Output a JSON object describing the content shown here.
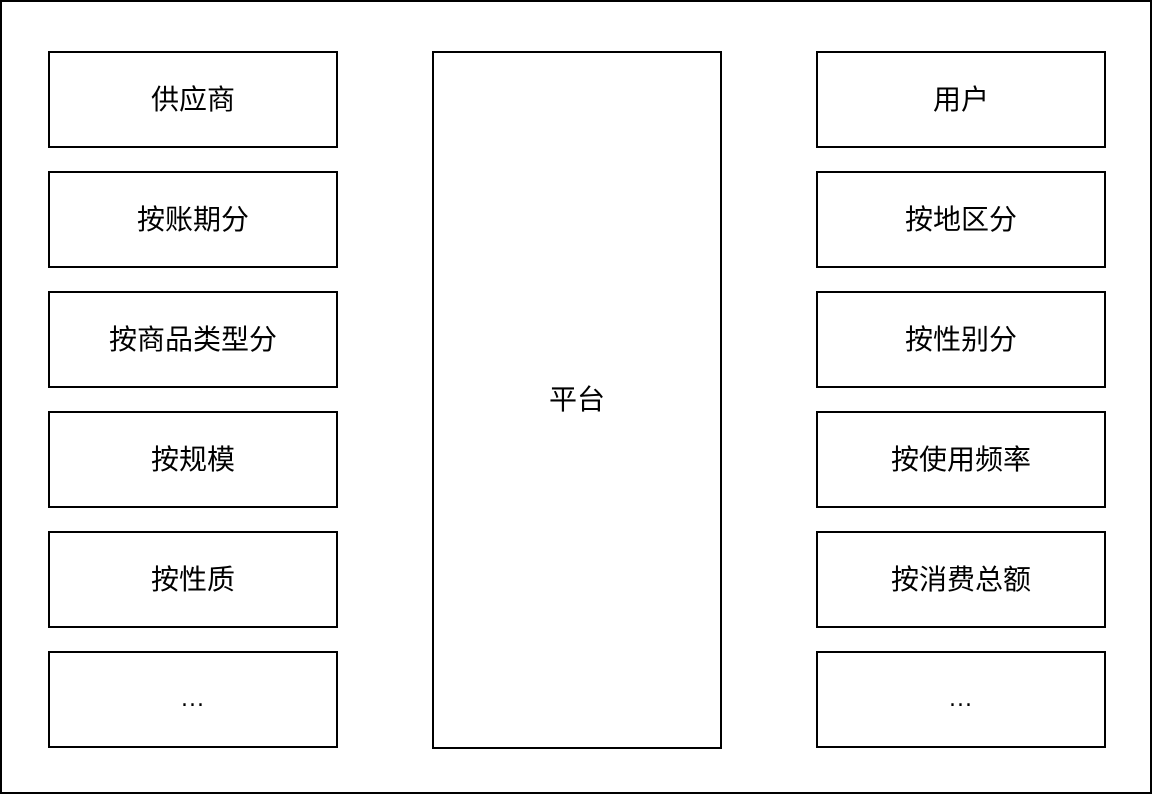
{
  "left_column": {
    "title": "供应商",
    "items": [
      "按账期分",
      "按商品类型分",
      "按规模",
      "按性质",
      "..."
    ]
  },
  "center": {
    "title": "平台"
  },
  "right_column": {
    "title": "用户",
    "items": [
      "按地区分",
      "按性别分",
      "按使用频率",
      "按消费总额",
      "..."
    ]
  }
}
